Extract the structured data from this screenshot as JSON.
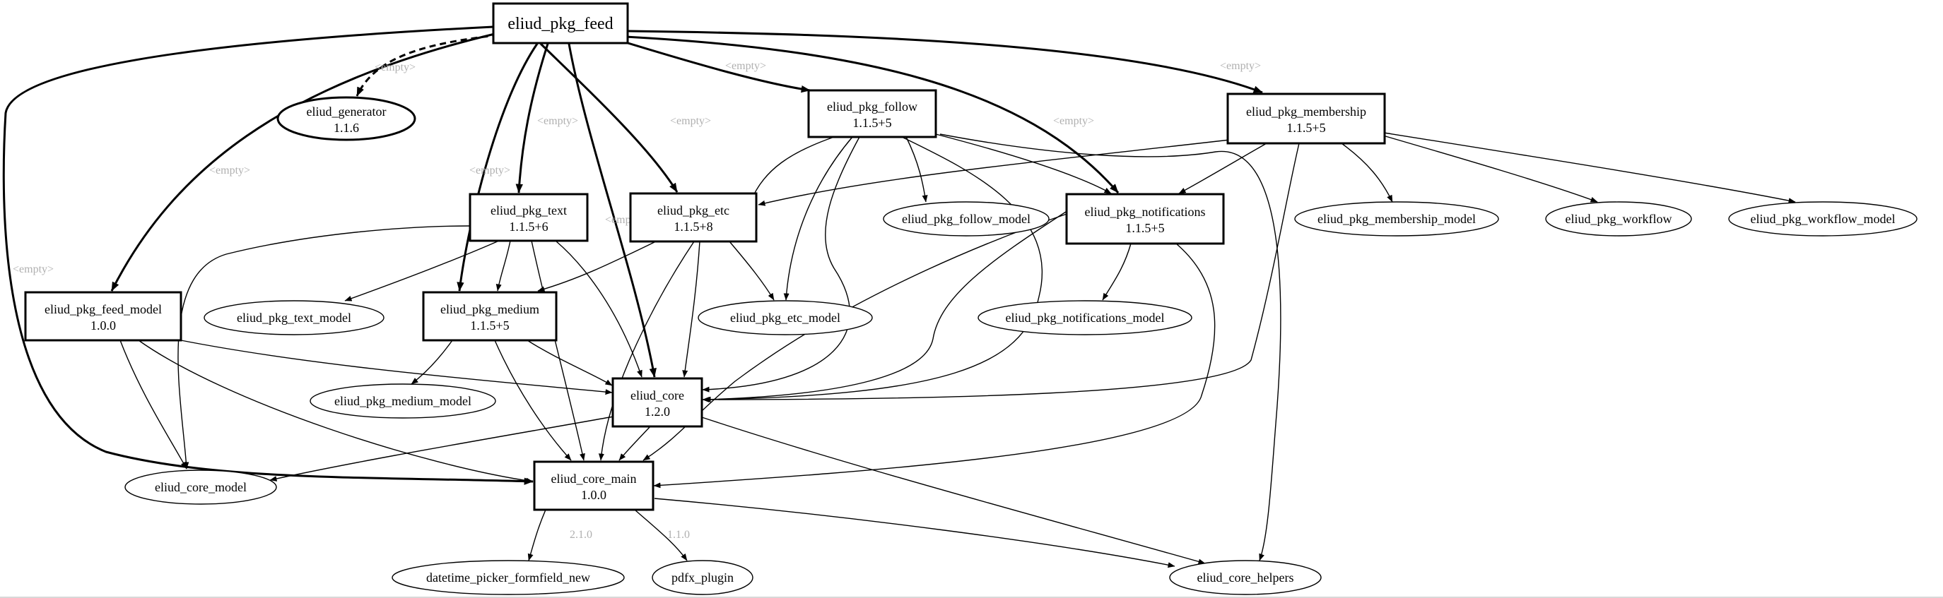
{
  "nodes": [
    {
      "id": "feed",
      "label": "eliud_pkg_feed",
      "version": "",
      "shape": "box",
      "bold": true
    },
    {
      "id": "generator",
      "label": "eliud_generator",
      "version": "1.1.6",
      "shape": "ellipse",
      "bold": true
    },
    {
      "id": "follow",
      "label": "eliud_pkg_follow",
      "version": "1.1.5+5",
      "shape": "box",
      "bold": true
    },
    {
      "id": "membership",
      "label": "eliud_pkg_membership",
      "version": "1.1.5+5",
      "shape": "box",
      "bold": true
    },
    {
      "id": "text",
      "label": "eliud_pkg_text",
      "version": "1.1.5+6",
      "shape": "box",
      "bold": true
    },
    {
      "id": "etc",
      "label": "eliud_pkg_etc",
      "version": "1.1.5+8",
      "shape": "box",
      "bold": true
    },
    {
      "id": "follow_model",
      "label": "eliud_pkg_follow_model",
      "version": "",
      "shape": "ellipse",
      "bold": false
    },
    {
      "id": "notifications",
      "label": "eliud_pkg_notifications",
      "version": "1.1.5+5",
      "shape": "box",
      "bold": true
    },
    {
      "id": "membership_model",
      "label": "eliud_pkg_membership_model",
      "version": "",
      "shape": "ellipse",
      "bold": false
    },
    {
      "id": "workflow",
      "label": "eliud_pkg_workflow",
      "version": "",
      "shape": "ellipse",
      "bold": false
    },
    {
      "id": "workflow_model",
      "label": "eliud_pkg_workflow_model",
      "version": "",
      "shape": "ellipse",
      "bold": false
    },
    {
      "id": "feed_model",
      "label": "eliud_pkg_feed_model",
      "version": "1.0.0",
      "shape": "box",
      "bold": true
    },
    {
      "id": "text_model",
      "label": "eliud_pkg_text_model",
      "version": "",
      "shape": "ellipse",
      "bold": false
    },
    {
      "id": "medium",
      "label": "eliud_pkg_medium",
      "version": "1.1.5+5",
      "shape": "box",
      "bold": true
    },
    {
      "id": "etc_model",
      "label": "eliud_pkg_etc_model",
      "version": "",
      "shape": "ellipse",
      "bold": false
    },
    {
      "id": "notifications_model",
      "label": "eliud_pkg_notifications_model",
      "version": "",
      "shape": "ellipse",
      "bold": false
    },
    {
      "id": "medium_model",
      "label": "eliud_pkg_medium_model",
      "version": "",
      "shape": "ellipse",
      "bold": false
    },
    {
      "id": "core",
      "label": "eliud_core",
      "version": "1.2.0",
      "shape": "box",
      "bold": true
    },
    {
      "id": "core_model",
      "label": "eliud_core_model",
      "version": "",
      "shape": "ellipse",
      "bold": false
    },
    {
      "id": "core_main",
      "label": "eliud_core_main",
      "version": "1.0.0",
      "shape": "box",
      "bold": true
    },
    {
      "id": "datetime",
      "label": "datetime_picker_formfield_new",
      "version": "",
      "shape": "ellipse",
      "bold": false
    },
    {
      "id": "pdfx",
      "label": "pdfx_plugin",
      "version": "",
      "shape": "ellipse",
      "bold": false
    },
    {
      "id": "core_helpers",
      "label": "eliud_core_helpers",
      "version": "",
      "shape": "ellipse",
      "bold": false
    }
  ],
  "edges": [
    {
      "from": "feed",
      "to": "generator",
      "label": "<empty>",
      "style": "dashed",
      "bold": true
    },
    {
      "from": "feed",
      "to": "follow",
      "label": "<empty>",
      "style": "solid",
      "bold": true
    },
    {
      "from": "feed",
      "to": "membership",
      "label": "<empty>",
      "style": "solid",
      "bold": true
    },
    {
      "from": "feed",
      "to": "notifications",
      "label": "<empty>",
      "style": "solid",
      "bold": true
    },
    {
      "from": "feed",
      "to": "etc",
      "label": "<empty>",
      "style": "solid",
      "bold": true
    },
    {
      "from": "feed",
      "to": "text",
      "label": "<empty>",
      "style": "solid",
      "bold": true
    },
    {
      "from": "feed",
      "to": "medium",
      "label": "<empty>",
      "style": "solid",
      "bold": true
    },
    {
      "from": "feed",
      "to": "core",
      "label": "<empty>",
      "style": "solid",
      "bold": true
    },
    {
      "from": "feed",
      "to": "feed_model",
      "label": "<empty>",
      "style": "solid",
      "bold": true
    },
    {
      "from": "feed",
      "to": "core_main",
      "label": "<empty>",
      "style": "solid",
      "bold": true
    },
    {
      "from": "follow",
      "to": "etc",
      "label": "",
      "style": "solid",
      "bold": false
    },
    {
      "from": "follow",
      "to": "follow_model",
      "label": "",
      "style": "solid",
      "bold": false
    },
    {
      "from": "follow",
      "to": "notifications",
      "label": "",
      "style": "solid",
      "bold": false
    },
    {
      "from": "follow",
      "to": "etc_model",
      "label": "",
      "style": "solid",
      "bold": false
    },
    {
      "from": "follow",
      "to": "core",
      "label": "",
      "style": "solid",
      "bold": false
    },
    {
      "from": "follow",
      "to": "core",
      "label": "",
      "style": "solid",
      "bold": false
    },
    {
      "from": "follow",
      "to": "core_helpers",
      "label": "",
      "style": "solid",
      "bold": false
    },
    {
      "from": "membership",
      "to": "etc",
      "label": "",
      "style": "solid",
      "bold": false
    },
    {
      "from": "membership",
      "to": "notifications",
      "label": "",
      "style": "solid",
      "bold": false
    },
    {
      "from": "membership",
      "to": "membership_model",
      "label": "",
      "style": "solid",
      "bold": false
    },
    {
      "from": "membership",
      "to": "workflow",
      "label": "",
      "style": "solid",
      "bold": false
    },
    {
      "from": "membership",
      "to": "workflow_model",
      "label": "",
      "style": "solid",
      "bold": false
    },
    {
      "from": "membership",
      "to": "core",
      "label": "",
      "style": "solid",
      "bold": false
    },
    {
      "from": "text",
      "to": "text_model",
      "label": "",
      "style": "solid",
      "bold": false
    },
    {
      "from": "text",
      "to": "medium",
      "label": "",
      "style": "solid",
      "bold": false
    },
    {
      "from": "text",
      "to": "core",
      "label": "",
      "style": "solid",
      "bold": false
    },
    {
      "from": "text",
      "to": "core_main",
      "label": "",
      "style": "solid",
      "bold": false
    },
    {
      "from": "text",
      "to": "core_model",
      "label": "",
      "style": "solid",
      "bold": false
    },
    {
      "from": "etc",
      "to": "medium",
      "label": "",
      "style": "solid",
      "bold": false
    },
    {
      "from": "etc",
      "to": "etc_model",
      "label": "",
      "style": "solid",
      "bold": false
    },
    {
      "from": "etc",
      "to": "core",
      "label": "",
      "style": "solid",
      "bold": false
    },
    {
      "from": "etc",
      "to": "core_main",
      "label": "",
      "style": "solid",
      "bold": false
    },
    {
      "from": "notifications",
      "to": "notifications_model",
      "label": "",
      "style": "solid",
      "bold": false
    },
    {
      "from": "notifications",
      "to": "core",
      "label": "",
      "style": "solid",
      "bold": false
    },
    {
      "from": "notifications",
      "to": "core_main",
      "label": "",
      "style": "solid",
      "bold": false
    },
    {
      "from": "notifications",
      "to": "core_main",
      "label": "",
      "style": "solid",
      "bold": false
    },
    {
      "from": "feed_model",
      "to": "core",
      "label": "",
      "style": "solid",
      "bold": false
    },
    {
      "from": "feed_model",
      "to": "core_model",
      "label": "",
      "style": "solid",
      "bold": false
    },
    {
      "from": "feed_model",
      "to": "core_main",
      "label": "",
      "style": "solid",
      "bold": false
    },
    {
      "from": "medium",
      "to": "medium_model",
      "label": "",
      "style": "solid",
      "bold": false
    },
    {
      "from": "medium",
      "to": "core",
      "label": "",
      "style": "solid",
      "bold": false
    },
    {
      "from": "medium",
      "to": "core_main",
      "label": "",
      "style": "solid",
      "bold": false
    },
    {
      "from": "core",
      "to": "core_main",
      "label": "",
      "style": "solid",
      "bold": false
    },
    {
      "from": "core",
      "to": "core_model",
      "label": "",
      "style": "solid",
      "bold": false
    },
    {
      "from": "core",
      "to": "core_helpers",
      "label": "",
      "style": "solid",
      "bold": false
    },
    {
      "from": "core_main",
      "to": "datetime",
      "label": "2.1.0",
      "style": "solid",
      "bold": false
    },
    {
      "from": "core_main",
      "to": "pdfx",
      "label": "1.1.0",
      "style": "solid",
      "bold": false
    },
    {
      "from": "core_main",
      "to": "core_helpers",
      "label": "",
      "style": "solid",
      "bold": false
    }
  ]
}
